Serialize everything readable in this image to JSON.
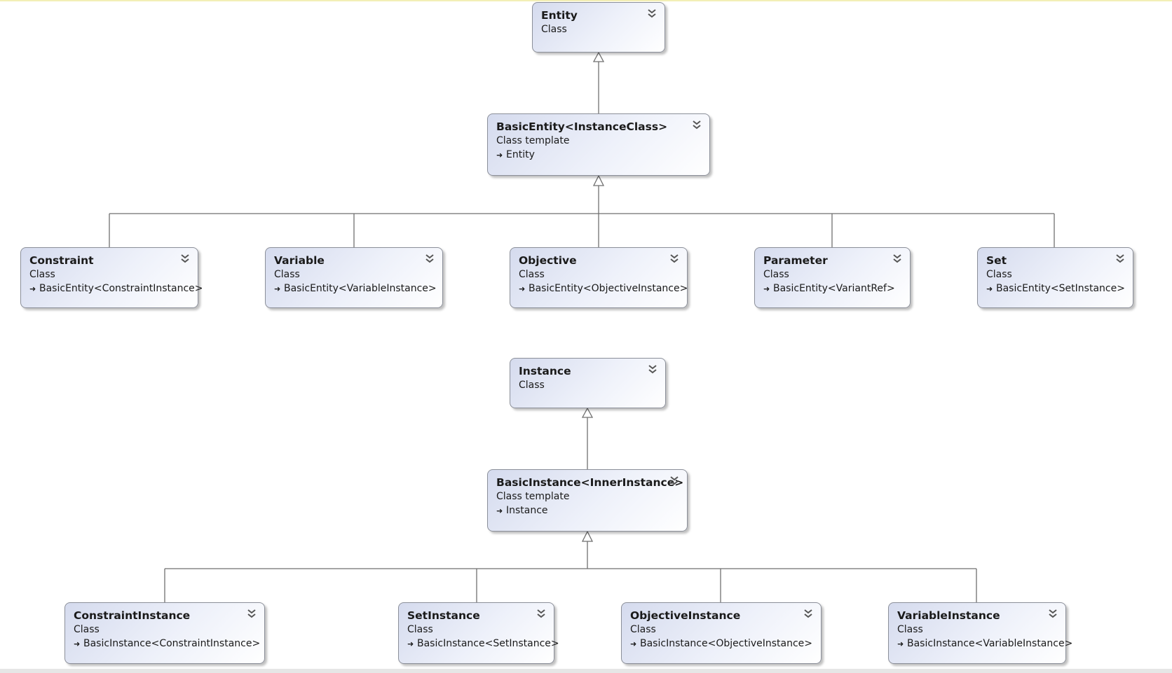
{
  "nodes": {
    "entity": {
      "name": "Entity",
      "kind": "Class"
    },
    "basic_entity": {
      "name": "BasicEntity<InstanceClass>",
      "kind": "Class template",
      "base": "Entity"
    },
    "constraint": {
      "name": "Constraint",
      "kind": "Class",
      "base": "BasicEntity<ConstraintInstance>"
    },
    "variable": {
      "name": "Variable",
      "kind": "Class",
      "base": "BasicEntity<VariableInstance>"
    },
    "objective": {
      "name": "Objective",
      "kind": "Class",
      "base": "BasicEntity<ObjectiveInstance>"
    },
    "parameter": {
      "name": "Parameter",
      "kind": "Class",
      "base": "BasicEntity<VariantRef>"
    },
    "set": {
      "name": "Set",
      "kind": "Class",
      "base": "BasicEntity<SetInstance>"
    },
    "instance": {
      "name": "Instance",
      "kind": "Class"
    },
    "basic_instance": {
      "name": "BasicInstance<InnerInstance>",
      "kind": "Class template",
      "base": "Instance"
    },
    "constraint_instance": {
      "name": "ConstraintInstance",
      "kind": "Class",
      "base": "BasicInstance<ConstraintInstance>"
    },
    "set_instance": {
      "name": "SetInstance",
      "kind": "Class",
      "base": "BasicInstance<SetInstance>"
    },
    "objective_instance": {
      "name": "ObjectiveInstance",
      "kind": "Class",
      "base": "BasicInstance<ObjectiveInstance>"
    },
    "variable_instance": {
      "name": "VariableInstance",
      "kind": "Class",
      "base": "BasicInstance<VariableInstance>"
    }
  },
  "icons": {
    "expand": "double-chevron-down-icon",
    "inherits": "inheritance-arrow-icon"
  },
  "colors": {
    "box_top": "#d5dbee",
    "box_bottom": "#ffffff",
    "border": "#8b8f99",
    "line": "#6f6f6f"
  }
}
